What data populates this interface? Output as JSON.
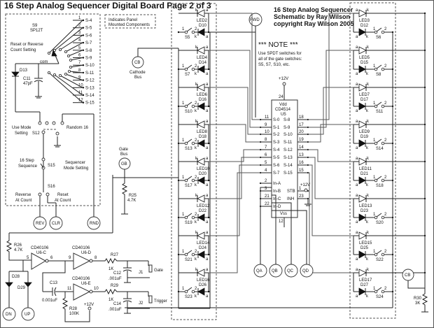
{
  "title": "16 Step Analog Sequencer Digital Board Page 2 of 3",
  "credits": [
    "16 Step Analog Sequencer",
    "Schematic by Ray Wilson",
    "copyright Ray Wilson 2005"
  ],
  "legend_note": [
    "Indicates Panel",
    "Mounted Components"
  ],
  "note": {
    "heading": "*** NOTE ***",
    "lines": [
      "Use SPDT switches for",
      "all of the gate switches:",
      "S5, S7, S10, etc."
    ]
  },
  "rotary_switch": {
    "ref": "S9",
    "type": "SP12T",
    "caption": [
      "Reset or Reverse",
      "Count Setting"
    ],
    "common": "com",
    "positions": [
      {
        "num": "1",
        "net": "S-4"
      },
      {
        "num": "2",
        "net": "S-5"
      },
      {
        "num": "3",
        "net": "S-6"
      },
      {
        "num": "4",
        "net": "S-7"
      },
      {
        "num": "5",
        "net": "S-8"
      },
      {
        "num": "6",
        "net": "S-9"
      },
      {
        "num": "7",
        "net": "S-10"
      },
      {
        "num": "8",
        "net": "S-11"
      },
      {
        "num": "9",
        "net": "S-12"
      },
      {
        "num": "10",
        "net": "S-13"
      },
      {
        "num": "11",
        "net": "S-14"
      },
      {
        "num": "12",
        "net": "S-15"
      }
    ]
  },
  "mode_switches": {
    "s12": {
      "ref": "S12",
      "label": [
        "Use Mode",
        "Setting"
      ],
      "alt": "Random 16",
      "pins": [
        "3",
        "4",
        "5",
        "6",
        "1",
        "2"
      ]
    },
    "s15": {
      "ref": "S15",
      "label": [
        "16 Step",
        "Sequence"
      ],
      "pins": [
        "2",
        "1"
      ]
    },
    "s16": {
      "ref": "S16",
      "label_left": [
        "Reverse",
        "At Count"
      ],
      "label_right": [
        "Reset",
        "At Count"
      ],
      "pins": [
        "1",
        "2",
        "3"
      ]
    },
    "group_caption": [
      "Sequencer",
      "Mode Setting"
    ]
  },
  "d13": {
    "ref": "D13"
  },
  "c11": {
    "ref": "C11",
    "value": "47pF",
    "pins": [
      "1",
      "2"
    ]
  },
  "terminals": {
    "rev": "REV",
    "clr": "CLR",
    "rnd": "RND",
    "dn": "DN",
    "up": "UP",
    "cb_left": "CB",
    "cb_right": "CB",
    "gb": "GB",
    "fwd": "FWD",
    "qa": "QA",
    "qb": "QB",
    "qc": "QC",
    "qd": "QD"
  },
  "cathode_bus_label": [
    "Cathode",
    "Bus"
  ],
  "gate_bus_label": [
    "Gate",
    "Bus"
  ],
  "r25": {
    "ref": "R25",
    "value": "4.7K"
  },
  "r26": {
    "ref": "R26",
    "value": "4.7K"
  },
  "r27": {
    "ref": "R27",
    "value": "1K"
  },
  "r28": {
    "ref": "R28",
    "value": "100K"
  },
  "r29": {
    "ref": "R29",
    "value": "1K"
  },
  "r30": {
    "ref": "R30",
    "value": "3K"
  },
  "c12": {
    "ref": "C12",
    "value": ".001uF"
  },
  "c13": {
    "ref": "C13",
    "value": "0.001uF"
  },
  "c14": {
    "ref": "C14",
    "value": ".001uF"
  },
  "d28": {
    "ref": "D28"
  },
  "d29": {
    "ref": "D29"
  },
  "u6c": {
    "part": "CD40106",
    "ref": "U6-C",
    "in": "5",
    "out": "6"
  },
  "u6d": {
    "part": "CD40106",
    "ref": "U6-D",
    "in": "9",
    "out": "8"
  },
  "u6e": {
    "part": "CD40106",
    "ref": "U6-E",
    "in": "11",
    "out": "10"
  },
  "j1": {
    "ref": "J1",
    "label": "Gate",
    "pins": [
      "1",
      "2"
    ]
  },
  "j2": {
    "ref": "J2",
    "label": "Trigger",
    "pins": [
      "1",
      "2"
    ]
  },
  "plus12v": "+12V",
  "u5": {
    "part": "CD4514",
    "ref": "U5",
    "vdd": "Vdd",
    "vss": "Vss",
    "vdd_pin": "24",
    "vss_pin": "12",
    "left": [
      {
        "pin": "11",
        "name": "S-0"
      },
      {
        "pin": "9",
        "name": "S-1"
      },
      {
        "pin": "10",
        "name": "S-2"
      },
      {
        "pin": "8",
        "name": "S-3"
      },
      {
        "pin": "7",
        "name": "S-4"
      },
      {
        "pin": "6",
        "name": "S-5"
      },
      {
        "pin": "5",
        "name": "S-6"
      },
      {
        "pin": "4",
        "name": "S-7"
      },
      {
        "pin": "2",
        "name": "In-A"
      },
      {
        "pin": "3",
        "name": "In-B"
      },
      {
        "pin": "21",
        "name": "In-C"
      },
      {
        "pin": "22",
        "name": "In-D"
      }
    ],
    "right": [
      {
        "pin": "18",
        "name": "S-8"
      },
      {
        "pin": "17",
        "name": "S-9"
      },
      {
        "pin": "20",
        "name": "S-10"
      },
      {
        "pin": "19",
        "name": "S-11"
      },
      {
        "pin": "14",
        "name": "S-12"
      },
      {
        "pin": "13",
        "name": "S-13"
      },
      {
        "pin": "16",
        "name": "S-14"
      },
      {
        "pin": "15",
        "name": "S-15"
      },
      {
        "pin": "1",
        "name": "STB"
      },
      {
        "pin": "23",
        "name": "INH"
      }
    ]
  },
  "left_column": [
    {
      "led": "LED2",
      "diode": "D10",
      "switch": "S5"
    },
    {
      "led": "LED4",
      "diode": "D14",
      "switch": "S7"
    },
    {
      "led": "LED6",
      "diode": "D16",
      "switch": "S10"
    },
    {
      "led": "LED8",
      "diode": "D18",
      "switch": "S13"
    },
    {
      "led": "LED10",
      "diode": "D20",
      "switch": "S17"
    },
    {
      "led": "LED12",
      "diode": "D22",
      "switch": "S19"
    },
    {
      "led": "LED14",
      "diode": "D24",
      "switch": "S21"
    },
    {
      "led": "LED16",
      "diode": "D26",
      "switch": "S23"
    }
  ],
  "right_column": [
    {
      "led": "LED3",
      "diode": "D12",
      "switch": "S6"
    },
    {
      "led": "LED5",
      "diode": "D15",
      "switch": "S8"
    },
    {
      "led": "LED7",
      "diode": "D17",
      "switch": "S11"
    },
    {
      "led": "LED9",
      "diode": "D19",
      "switch": "S14"
    },
    {
      "led": "LED11",
      "diode": "D21",
      "switch": "S18"
    },
    {
      "led": "LED13",
      "diode": "D23",
      "switch": "S20"
    },
    {
      "led": "LED15",
      "diode": "D25",
      "switch": "S22"
    },
    {
      "led": "LED17",
      "diode": "D27",
      "switch": "S24"
    }
  ],
  "pin_labels": {
    "k": "k",
    "a": "a",
    "one": "1",
    "two": "2"
  }
}
